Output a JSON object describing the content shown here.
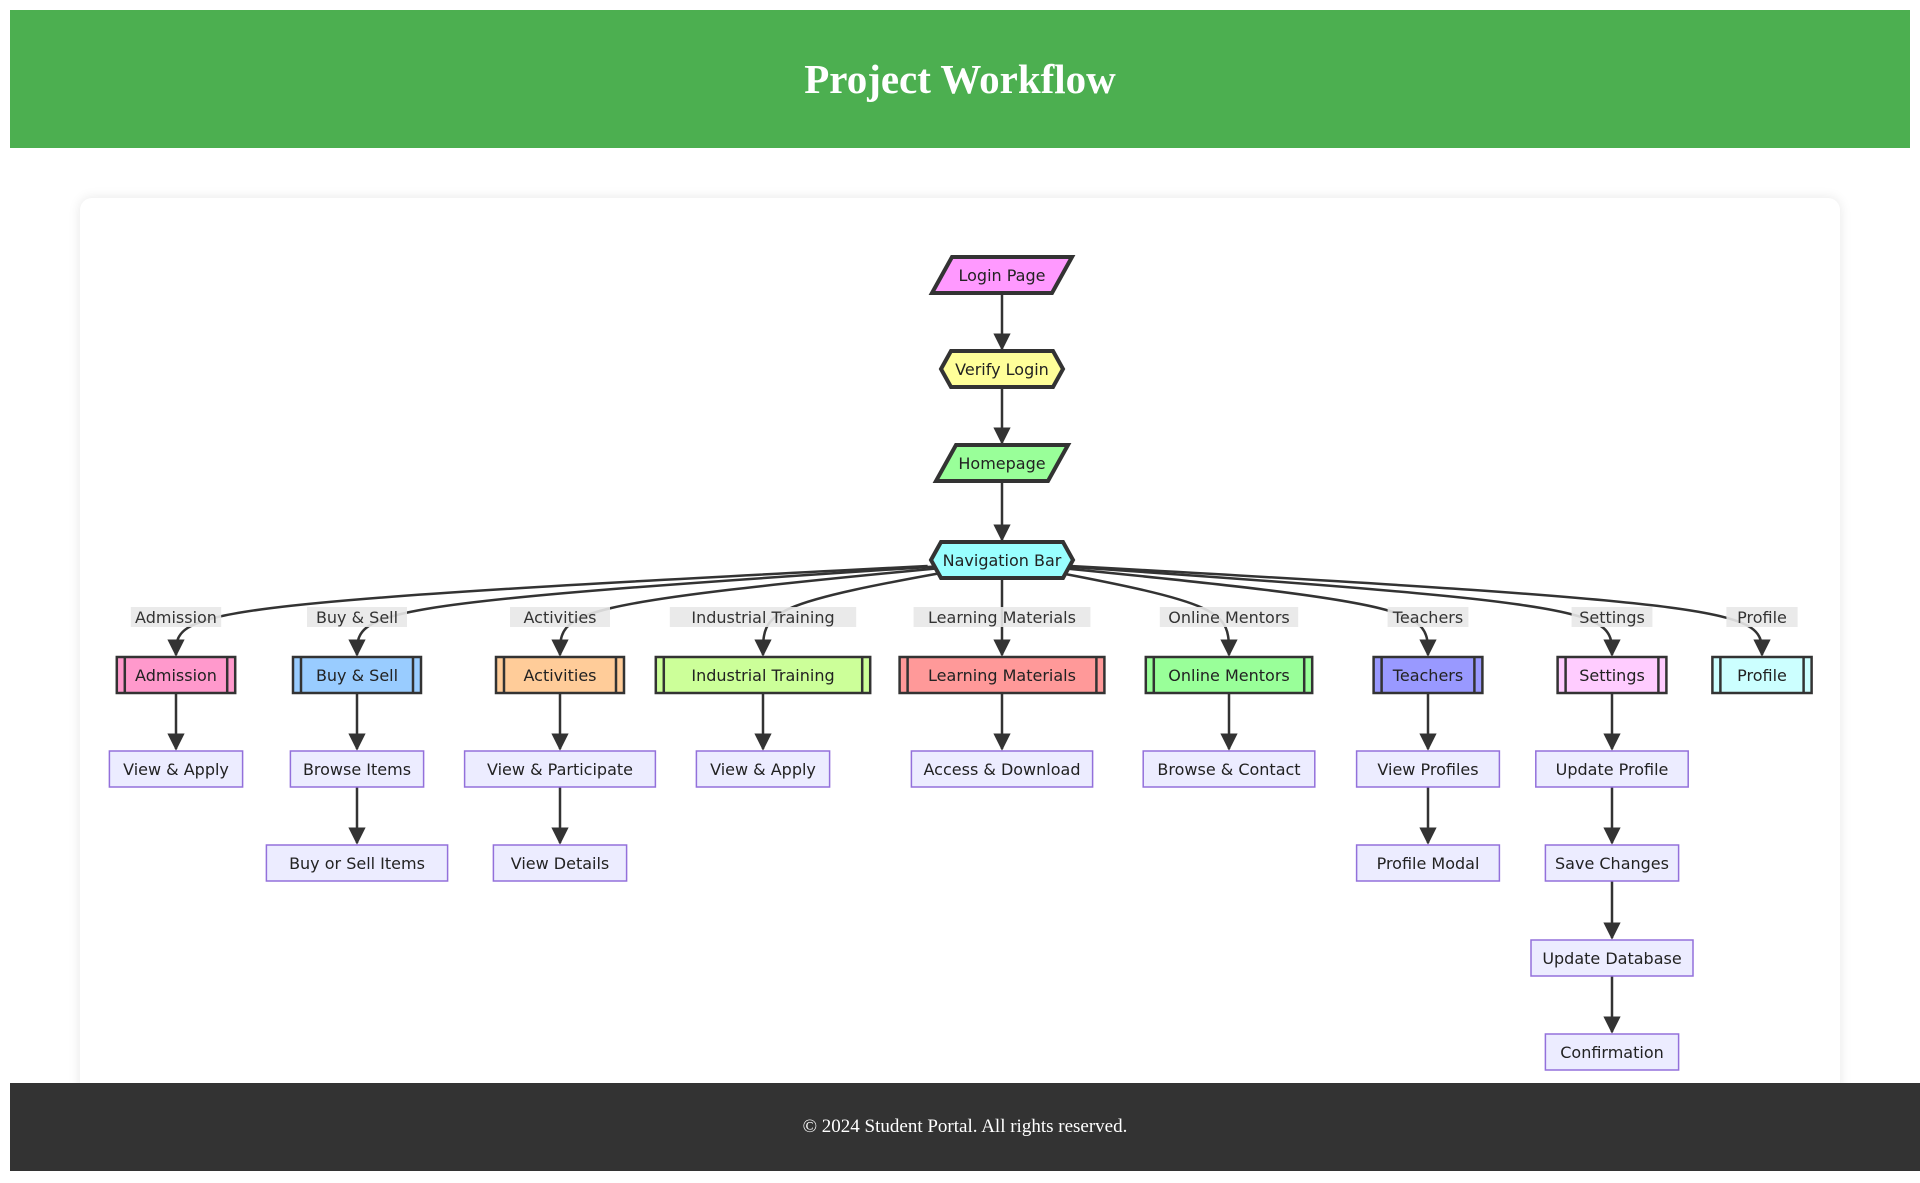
{
  "header": {
    "title": "Project Workflow"
  },
  "footer": {
    "text": "© 2024 Student Portal. All rights reserved."
  },
  "flow": {
    "main": [
      {
        "id": "login",
        "label": "Login Page",
        "shape": "parallelogram",
        "fill": "#ff99ff"
      },
      {
        "id": "verify",
        "label": "Verify Login",
        "shape": "hexagon",
        "fill": "#ffff99"
      },
      {
        "id": "home",
        "label": "Homepage",
        "shape": "parallelogram",
        "fill": "#99ff99"
      },
      {
        "id": "nav",
        "label": "Navigation Bar",
        "shape": "hexagon",
        "fill": "#99ffff"
      }
    ],
    "branches": [
      {
        "edge_label": "Admission",
        "node": "Admission",
        "fill": "#ff99cc",
        "steps": [
          "View & Apply"
        ]
      },
      {
        "edge_label": "Buy & Sell",
        "node": "Buy & Sell",
        "fill": "#99ccff",
        "steps": [
          "Browse Items",
          "Buy or Sell Items"
        ]
      },
      {
        "edge_label": "Activities",
        "node": "Activities",
        "fill": "#ffcc99",
        "steps": [
          "View & Participate",
          "View Details"
        ]
      },
      {
        "edge_label": "Industrial Training",
        "node": "Industrial Training",
        "fill": "#ccff99",
        "steps": [
          "View & Apply"
        ]
      },
      {
        "edge_label": "Learning Materials",
        "node": "Learning Materials",
        "fill": "#ff9999",
        "steps": [
          "Access & Download"
        ]
      },
      {
        "edge_label": "Online Mentors",
        "node": "Online Mentors",
        "fill": "#99ff99",
        "steps": [
          "Browse & Contact"
        ]
      },
      {
        "edge_label": "Teachers",
        "node": "Teachers",
        "fill": "#9999ff",
        "steps": [
          "View Profiles",
          "Profile Modal"
        ]
      },
      {
        "edge_label": "Settings",
        "node": "Settings",
        "fill": "#ffccff",
        "steps": [
          "Update Profile",
          "Save Changes",
          "Update Database",
          "Confirmation"
        ]
      },
      {
        "edge_label": "Profile",
        "node": "Profile",
        "fill": "#ccffff",
        "steps": []
      }
    ],
    "colors": {
      "edge": "#333333",
      "step_fill": "#ececff",
      "step_stroke": "#9370db",
      "label_bg": "#e8e8e8"
    }
  }
}
